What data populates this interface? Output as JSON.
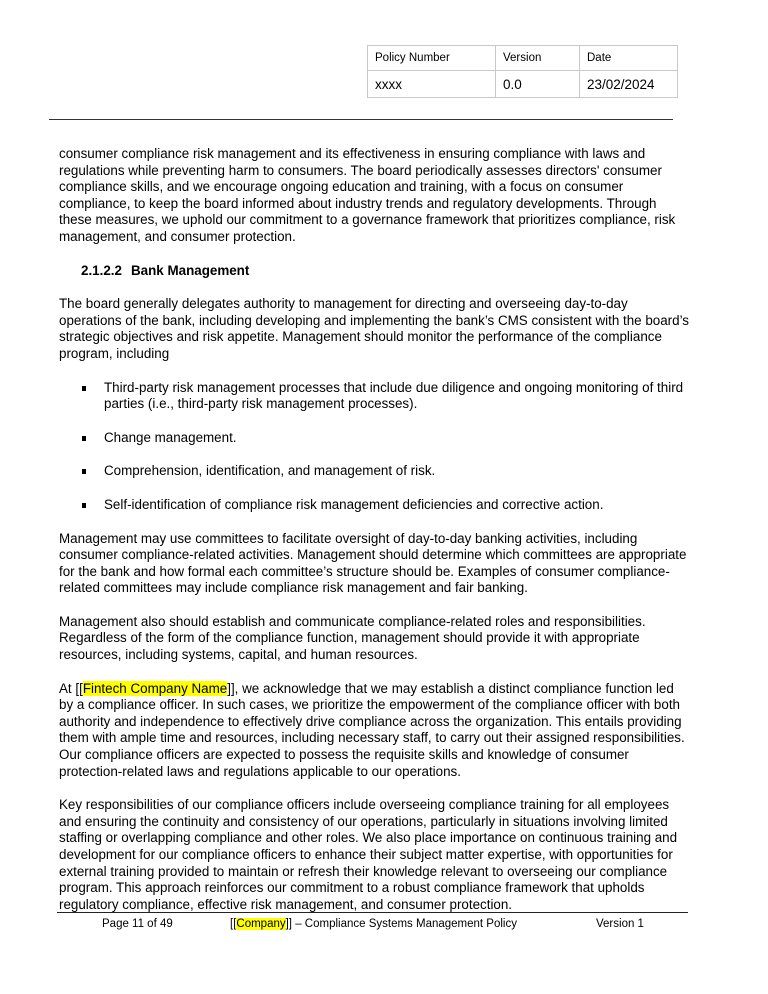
{
  "header_table": {
    "columns": [
      "Policy Number",
      "Version",
      "Date"
    ],
    "values": [
      "xxxx",
      "0.0",
      "23/02/2024"
    ]
  },
  "body": {
    "para_continued": "consumer compliance risk management and its effectiveness in ensuring compliance with laws and regulations while preventing harm to consumers. The board periodically assesses directors' consumer compliance skills, and we encourage ongoing education and training, with a focus on consumer compliance, to keep the board informed about industry trends and regulatory developments. Through these measures, we uphold our commitment to a governance framework that prioritizes compliance, risk management, and consumer protection.",
    "section": {
      "number": "2.1.2.2",
      "title": "Bank Management"
    },
    "para_intro": "The board generally delegates authority to management for directing and overseeing day-to-day operations of the bank, including developing and implementing the bank’s CMS consistent with the board’s strategic objectives and risk appetite. Management should monitor the performance of the compliance program, including",
    "bullets": [
      "Third-party risk management processes that include due diligence and ongoing monitoring of third parties (i.e., third-party risk management processes).",
      "Change management.",
      "Comprehension, identification, and management of risk.",
      "Self-identification of compliance risk management deficiencies and corrective action."
    ],
    "para_committees": "Management may use committees to facilitate oversight of day-to-day banking activities, including consumer compliance-related activities. Management should determine which committees are appropriate for the bank and how formal each committee’s structure should be. Examples of consumer compliance-related committees may include compliance risk management and fair banking.",
    "para_roles": "Management also should establish and communicate compliance-related roles and responsibilities. Regardless of the form of the compliance function, management should provide it with appropriate resources, including systems, capital, and human resources.",
    "para_fintech": {
      "prefix": "At [[",
      "placeholder": "Fintech Company Name",
      "suffix": "]], we acknowledge that we may establish a distinct compliance function led by a compliance officer. In such cases, we prioritize the empowerment of the compliance officer with both authority and independence to effectively drive compliance across the organization. This entails providing them with ample time and resources, including necessary staff, to carry out their assigned responsibilities. Our compliance officers are expected to possess the requisite skills and knowledge of consumer protection-related laws and regulations applicable to our operations."
    },
    "para_key": "Key responsibilities of our compliance officers include overseeing compliance training for all employees and ensuring the continuity and consistency of our operations, particularly in situations involving limited staffing or overlapping compliance and other roles. We also place importance on continuous training and development for our compliance officers to enhance their subject matter expertise, with opportunities for external training provided to maintain or refresh their knowledge relevant to overseeing our compliance program. This approach reinforces our commitment to a robust compliance framework that upholds regulatory compliance, effective risk management, and consumer protection."
  },
  "footer": {
    "page": "Page 11 of 49",
    "title_prefix": "[[",
    "title_placeholder": "Company",
    "title_suffix": "]] – Compliance Systems Management Policy",
    "version": "Version 1"
  },
  "colors": {
    "highlight": "#ffff00",
    "table_border": "#c8c8c8"
  }
}
